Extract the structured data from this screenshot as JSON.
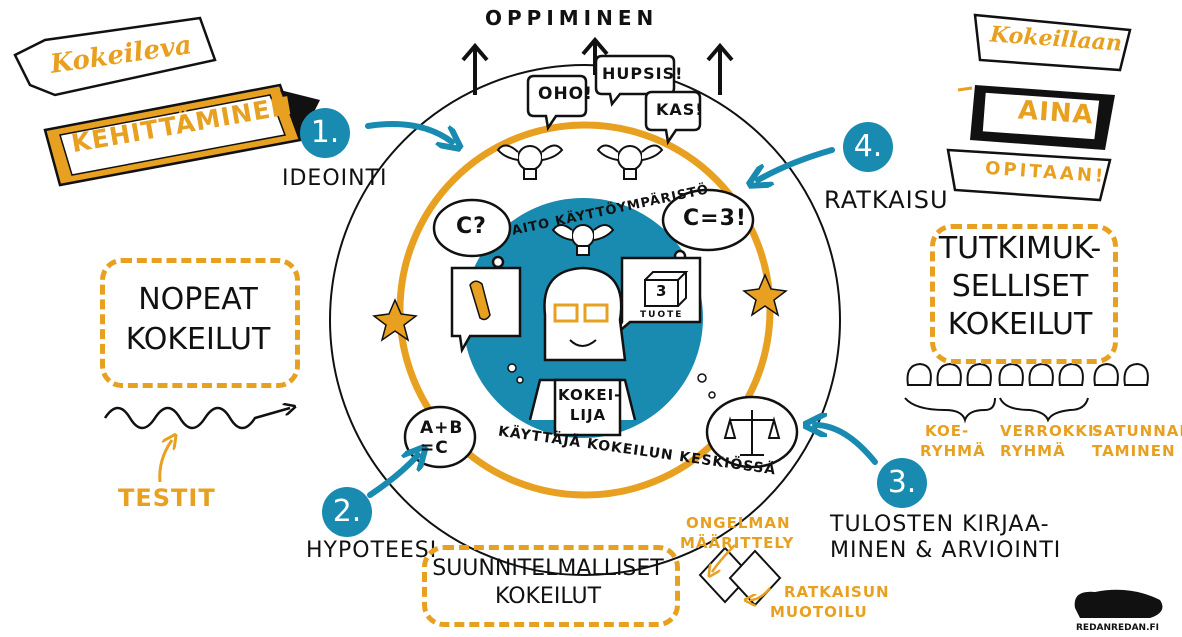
{
  "title": "OPPIMINEN",
  "banner_left": {
    "top": "Kokeileva",
    "bottom": "KEHITTÄMINEN"
  },
  "banner_right": {
    "top": "Kokeillaan",
    "middle": "AINA",
    "bottom": "OPITAAN!"
  },
  "bubbles": [
    "OHO!",
    "HUPSIS!",
    "KAS!"
  ],
  "steps": [
    {
      "number": "1.",
      "label": "IDEOINTI"
    },
    {
      "number": "2.",
      "label": "HYPOTEESI"
    },
    {
      "number": "3.",
      "label_line1": "TULOSTEN KIRJAA-",
      "label_line2": "MINEN & ARVIOINTI"
    },
    {
      "number": "4.",
      "label": "RATKAISU"
    }
  ],
  "inner_ring": {
    "top_text": "AITO KÄYTTÖYMPÄRISTÖ",
    "bottom_text": "KÄYTTÄJÄ KOKEILUN KESKIÖSSÄ"
  },
  "clouds": {
    "question": "C?",
    "answer": "C=3!",
    "formula_line1": "A+B",
    "formula_line2": "=C"
  },
  "product": {
    "box_number": "3",
    "caption": "TUOTE"
  },
  "person_sign": {
    "line1": "KOKEI-",
    "line2": "LIJA"
  },
  "fast": {
    "line1": "NOPEAT",
    "line2": "KOKEILUT",
    "tests": "TESTIT"
  },
  "research": {
    "line1": "TUTKIMUK-",
    "line2": "SELLISET",
    "line3": "KOKEILUT",
    "groups": [
      {
        "line1": "KOE-",
        "line2": "RYHMÄ"
      },
      {
        "line1": "VERROKKI-",
        "line2": "RYHMÄ"
      },
      {
        "line1": "SATUNNAIS-",
        "line2": "TAMINEN"
      }
    ]
  },
  "planned": {
    "line1": "SUUNNITELMALLISET",
    "line2": "KOKEILUT",
    "problem_line1": "ONGELMAN",
    "problem_line2": "MÄÄRITTELY",
    "solution_line1": "RATKAISUN",
    "solution_line2": "MUOTOILU"
  },
  "signature": {
    "text": "REDANREDAN.FI"
  },
  "colors": {
    "orange": "#e8a020",
    "blue": "#1a8bb0",
    "ink": "#111111"
  }
}
